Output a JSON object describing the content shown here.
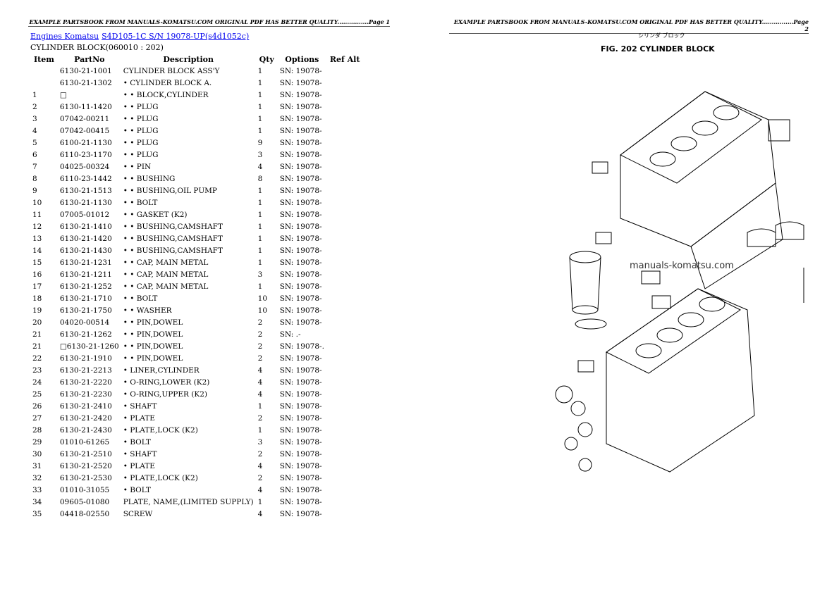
{
  "header_left": "EXAMPLE PARTSBOOK FROM MANUALS-KOMATSU.COM ORIGINAL PDF HAS BETTER QUALITY................Page 1",
  "header_right": "EXAMPLE PARTSBOOK FROM MANUALS-KOMATSU.COM ORIGINAL PDF HAS BETTER QUALITY................Page 2",
  "breadcrumb": {
    "link1": "Engines Komatsu",
    "link2": "S4D105-1C S/N 19078-UP(s4d1052c)"
  },
  "section_title": "CYLINDER BLOCK(060010 : 202)",
  "columns": [
    "Item",
    "PartNo",
    "Description",
    "Qty",
    "Options",
    "Ref Alt"
  ],
  "rows": [
    [
      "",
      "6130-21-1001",
      "CYLINDER BLOCK ASS'Y",
      "1",
      "SN: 19078-"
    ],
    [
      "",
      "6130-21-1302",
      "• CYLINDER BLOCK A.",
      "1",
      "SN: 19078-"
    ],
    [
      "1",
      "□",
      "• • BLOCK,CYLINDER",
      "1",
      "SN: 19078-"
    ],
    [
      "2",
      "6130-11-1420",
      "• • PLUG",
      "1",
      "SN: 19078-"
    ],
    [
      "3",
      "07042-00211",
      "• • PLUG",
      "1",
      "SN: 19078-"
    ],
    [
      "4",
      "07042-00415",
      "• • PLUG",
      "1",
      "SN: 19078-"
    ],
    [
      "5",
      "6100-21-1130",
      "• • PLUG",
      "9",
      "SN: 19078-"
    ],
    [
      "6",
      "6110-23-1170",
      "• • PLUG",
      "3",
      "SN: 19078-"
    ],
    [
      "7",
      "04025-00324",
      "• • PIN",
      "4",
      "SN: 19078-"
    ],
    [
      "8",
      "6110-23-1442",
      "• • BUSHING",
      "8",
      "SN: 19078-"
    ],
    [
      "9",
      "6130-21-1513",
      "• • BUSHING,OIL PUMP",
      "1",
      "SN: 19078-"
    ],
    [
      "10",
      "6130-21-1130",
      "• • BOLT",
      "1",
      "SN: 19078-"
    ],
    [
      "11",
      "07005-01012",
      "• • GASKET (K2)",
      "1",
      "SN: 19078-"
    ],
    [
      "12",
      "6130-21-1410",
      "• • BUSHING,CAMSHAFT",
      "1",
      "SN: 19078-"
    ],
    [
      "13",
      "6130-21-1420",
      "• • BUSHING,CAMSHAFT",
      "1",
      "SN: 19078-"
    ],
    [
      "14",
      "6130-21-1430",
      "• • BUSHING,CAMSHAFT",
      "1",
      "SN: 19078-"
    ],
    [
      "15",
      "6130-21-1231",
      "• • CAP, MAIN METAL",
      "1",
      "SN: 19078-"
    ],
    [
      "16",
      "6130-21-1211",
      "• • CAP, MAIN METAL",
      "3",
      "SN: 19078-"
    ],
    [
      "17",
      "6130-21-1252",
      "• • CAP, MAIN METAL",
      "1",
      "SN: 19078-"
    ],
    [
      "18",
      "6130-21-1710",
      "• • BOLT",
      "10",
      "SN: 19078-"
    ],
    [
      "19",
      "6130-21-1750",
      "• • WASHER",
      "10",
      "SN: 19078-"
    ],
    [
      "20",
      "04020-00514",
      "• • PIN,DOWEL",
      "2",
      "SN: 19078-"
    ],
    [
      "21",
      "6130-21-1262",
      "• • PIN,DOWEL",
      "2",
      "SN: .-"
    ],
    [
      "21",
      "□6130-21-1260",
      "• • PIN,DOWEL",
      "2",
      "SN: 19078-."
    ],
    [
      "22",
      "6130-21-1910",
      "• • PIN,DOWEL",
      "2",
      "SN: 19078-"
    ],
    [
      "23",
      "6130-21-2213",
      "• LINER,CYLINDER",
      "4",
      "SN: 19078-"
    ],
    [
      "24",
      "6130-21-2220",
      "• O-RING,LOWER (K2)",
      "4",
      "SN: 19078-"
    ],
    [
      "25",
      "6130-21-2230",
      "• O-RING,UPPER (K2)",
      "4",
      "SN: 19078-"
    ],
    [
      "26",
      "6130-21-2410",
      "• SHAFT",
      "1",
      "SN: 19078-"
    ],
    [
      "27",
      "6130-21-2420",
      "• PLATE",
      "2",
      "SN: 19078-"
    ],
    [
      "28",
      "6130-21-2430",
      "• PLATE,LOCK (K2)",
      "1",
      "SN: 19078-"
    ],
    [
      "29",
      "01010-61265",
      "• BOLT",
      "3",
      "SN: 19078-"
    ],
    [
      "30",
      "6130-21-2510",
      "• SHAFT",
      "2",
      "SN: 19078-"
    ],
    [
      "31",
      "6130-21-2520",
      "• PLATE",
      "4",
      "SN: 19078-"
    ],
    [
      "32",
      "6130-21-2530",
      "• PLATE,LOCK (K2)",
      "2",
      "SN: 19078-"
    ],
    [
      "33",
      "01010-31055",
      "• BOLT",
      "4",
      "SN: 19078-"
    ],
    [
      "34",
      "09605-01080",
      "PLATE, NAME,(LIMITED SUPPLY)",
      "1",
      "SN: 19078-"
    ],
    [
      "35",
      "04418-02550",
      "SCREW",
      "4",
      "SN: 19078-"
    ]
  ],
  "figure": {
    "title": "FIG. 202  CYLINDER BLOCK",
    "title_jp": "シリンダ  ブロック",
    "watermark": "manuals-komatsu.com"
  }
}
